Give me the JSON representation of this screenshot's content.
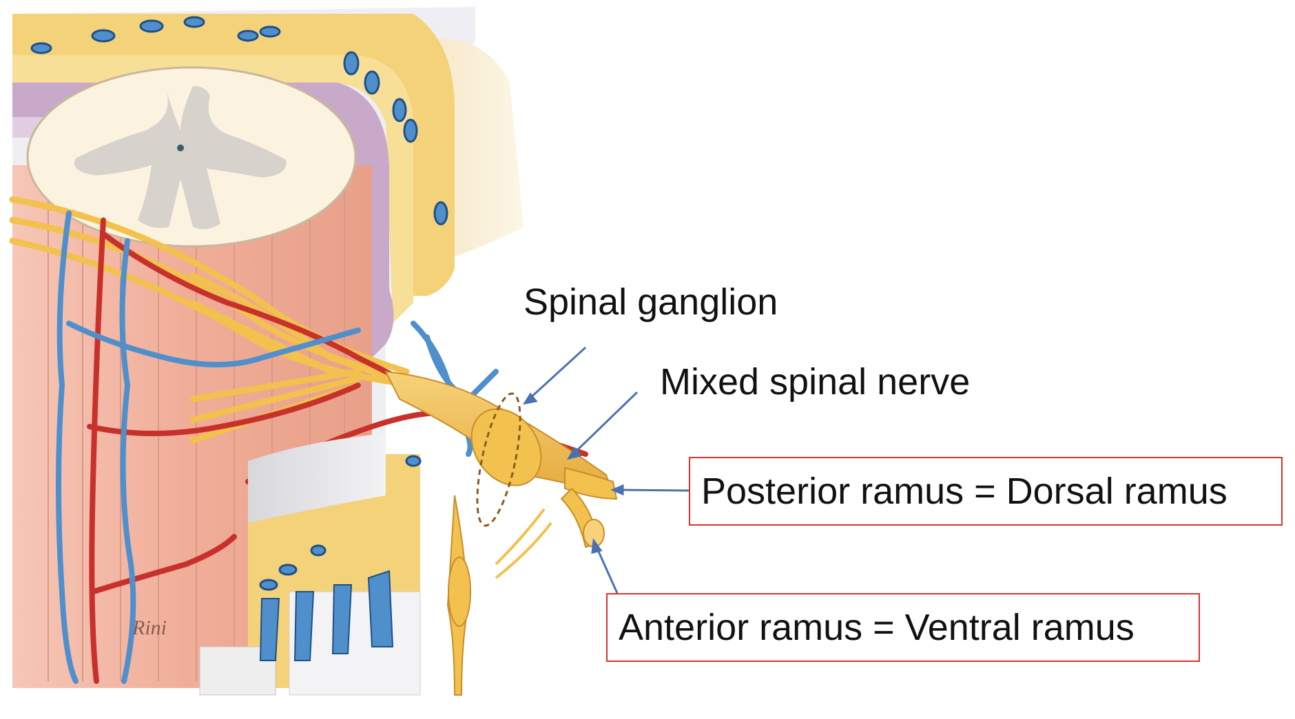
{
  "labels": {
    "spinal_ganglion": "Spinal ganglion",
    "mixed_spinal_nerve": "Mixed spinal nerve",
    "posterior_ramus": "Posterior ramus = Dorsal ramus",
    "anterior_ramus": "Anterior ramus = Ventral ramus"
  },
  "illustrator_signature": "Rini",
  "colors": {
    "label_box_border": "#d9342b",
    "arrow": "#4a72b0",
    "nerve": "#f2c14e",
    "artery": "#c8312b",
    "vein": "#4f8fcb",
    "spinal_cord_white": "#fbf3df",
    "gray_matter": "#d7d3cc",
    "muscle_pink": "#f2b4a0",
    "fat_yellow": "#f3d27a",
    "dura_purple": "#c9a9c9"
  }
}
